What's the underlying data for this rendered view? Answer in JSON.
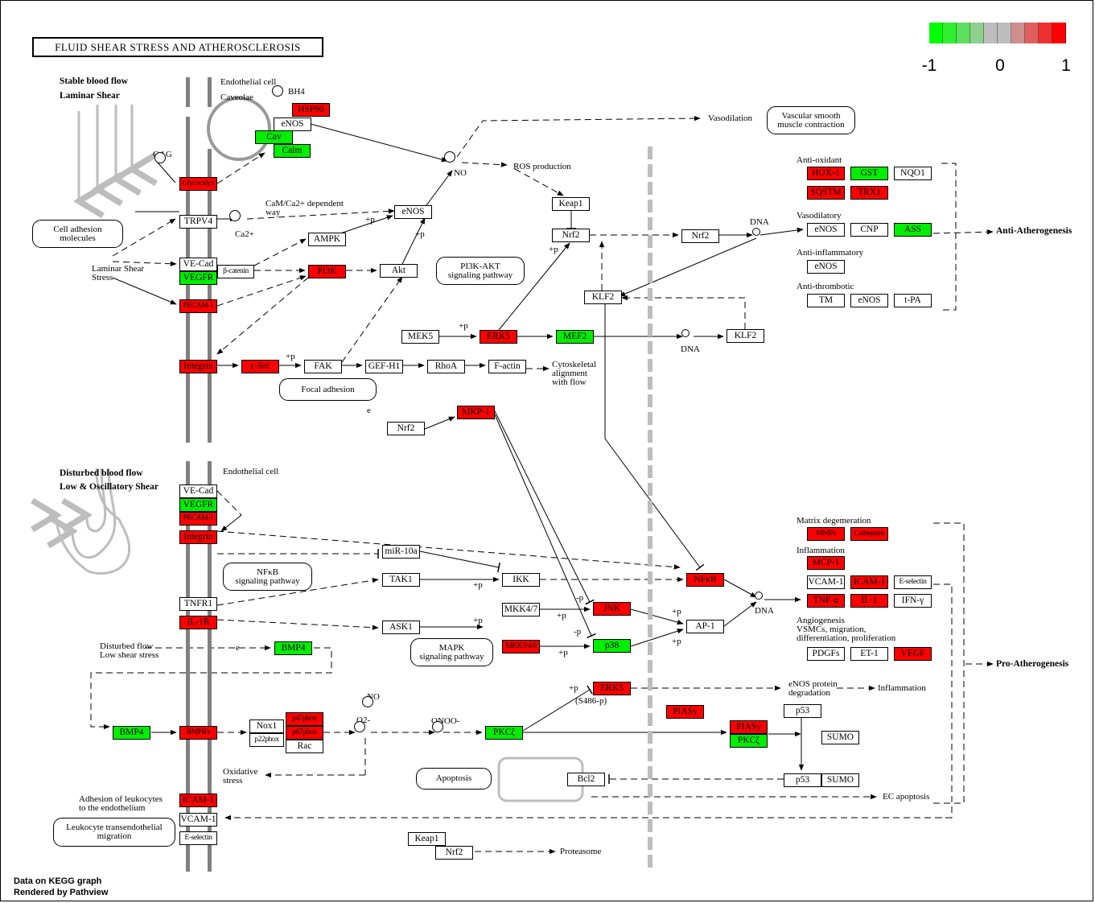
{
  "title": "FLUID SHEAR STRESS AND ATHEROSCLEROSIS",
  "legend": {
    "colors": [
      "#00ff00",
      "#30ef30",
      "#5fdf5f",
      "#8fcf8f",
      "#bebebe",
      "#bebebe",
      "#cf8f8f",
      "#df5f5f",
      "#ef3030",
      "#ff0000"
    ],
    "ticks": [
      "-1",
      "0",
      "1"
    ],
    "range": [
      -1,
      1
    ]
  },
  "expression_colors": {
    "up": "#ff0000",
    "down": "#00ee00",
    "none": "#ffffff"
  },
  "footer": [
    "Data on KEGG graph",
    "Rendered by Pathview"
  ],
  "section_labels": [
    {
      "id": "stable-flow",
      "text": "Stable blood flow",
      "bold": true
    },
    {
      "id": "laminar-shear",
      "text": "Laminar Shear",
      "bold": true
    },
    {
      "id": "disturbed-flow",
      "text": "Disturbed blood flow",
      "bold": true
    },
    {
      "id": "low-osc-shear",
      "text": "Low & Oscillatory Shear",
      "bold": true
    },
    {
      "id": "endothelial-cell-top",
      "text": "Endothelial cell"
    },
    {
      "id": "endothelial-cell-bottom",
      "text": "Endothelial cell"
    },
    {
      "id": "caveolae",
      "text": "Caveolae"
    },
    {
      "id": "gag",
      "text": "GAG"
    },
    {
      "id": "bh4",
      "text": "BH4"
    },
    {
      "id": "ca2",
      "text": "Ca2+"
    },
    {
      "id": "no-top",
      "text": "NO"
    },
    {
      "id": "cam-ca2",
      "text": "CaM/Ca2+ dependent\nway"
    },
    {
      "id": "ros-production",
      "text": "ROS production"
    },
    {
      "id": "vasodilation",
      "text": "Vasodilation"
    },
    {
      "id": "laminar-shear-stress",
      "text": "Laminar Shear\nStress"
    },
    {
      "id": "cytoskeletal",
      "text": "Cytoskeletal\nalignment\nwith flow"
    },
    {
      "id": "dna-1",
      "text": "DNA"
    },
    {
      "id": "dna-2",
      "text": "DNA"
    },
    {
      "id": "dna-3",
      "text": "DNA"
    },
    {
      "id": "anti-oxidant",
      "text": "Anti-oxidant"
    },
    {
      "id": "vasodilatory",
      "text": "Vasodilatory"
    },
    {
      "id": "anti-inflammatory",
      "text": "Anti-inflammatory"
    },
    {
      "id": "anti-thrombotic",
      "text": "Anti-thrombotic"
    },
    {
      "id": "anti-atherogenesis",
      "text": "Anti-Atherogenesis",
      "bold": true
    },
    {
      "id": "matrix-degeneration",
      "text": "Matrix degemeration"
    },
    {
      "id": "inflammation-head",
      "text": "Inflammation"
    },
    {
      "id": "angiogenesis",
      "text": "Angiogenesis\nVSMCs, migration,\ndifferentiation, proliferation"
    },
    {
      "id": "pro-atherogenesis",
      "text": "Pro-Atherogenesis",
      "bold": true
    },
    {
      "id": "disturbed-flow-low",
      "text": "Disturbed flow\nLow shear stress"
    },
    {
      "id": "no-bottom",
      "text": "NO"
    },
    {
      "id": "o2",
      "text": "O2-"
    },
    {
      "id": "onoo",
      "text": "ONOO-"
    },
    {
      "id": "oxidative-stress",
      "text": "Oxidative\nstress"
    },
    {
      "id": "s486",
      "text": "(S486-p)"
    },
    {
      "id": "enos-degradation",
      "text": "eNOS protein\ndegradation"
    },
    {
      "id": "inflammation-end",
      "text": "Inflammation"
    },
    {
      "id": "ec-apoptosis",
      "text": "EC apoptosis"
    },
    {
      "id": "adhesion-leukocytes",
      "text": "Adhesion of leukocytes\nto the endothelium"
    },
    {
      "id": "proteasome",
      "text": "Proteasome"
    },
    {
      "id": "p-erk5",
      "text": "+p"
    },
    {
      "id": "p-enos",
      "text": "+p"
    },
    {
      "id": "p-akt",
      "text": "+p"
    },
    {
      "id": "p-nrf2",
      "text": "+p"
    },
    {
      "id": "p-fak",
      "text": "+p"
    },
    {
      "id": "p-ikk",
      "text": "+p"
    },
    {
      "id": "p-ask1",
      "text": "+p"
    },
    {
      "id": "p-mkk47",
      "text": "+p"
    },
    {
      "id": "p-mkk36",
      "text": "+p"
    },
    {
      "id": "mp-jnk",
      "text": "-p"
    },
    {
      "id": "mp-p38",
      "text": "-p"
    },
    {
      "id": "p-ap1a",
      "text": "+p"
    },
    {
      "id": "p-ap1b",
      "text": "+p"
    },
    {
      "id": "p-erk5b",
      "text": "+p"
    },
    {
      "id": "e-mkp1",
      "text": "e"
    },
    {
      "id": "e-bmp4",
      "text": "e"
    }
  ],
  "pathways": [
    {
      "id": "cell-adhesion",
      "text": "Cell adhesion\nmolecules"
    },
    {
      "id": "pi3k-akt",
      "text": "PI3K-AKT\nsignaling pathway"
    },
    {
      "id": "focal-adhesion",
      "text": "Focal adhesion"
    },
    {
      "id": "vascular-smooth",
      "text": "Vascular smooth\nmuscle contraction"
    },
    {
      "id": "nfkb",
      "text": "NFκB\nsignaling pathway"
    },
    {
      "id": "mapk",
      "text": "MAPK\nsignaling pathway"
    },
    {
      "id": "apoptosis",
      "text": "Apoptosis"
    },
    {
      "id": "leukocyte-migration",
      "text": "Leukocyte transendothelial\nmigration"
    }
  ],
  "nodes": [
    {
      "id": "hsp90",
      "label": "HSP90",
      "expr": "up"
    },
    {
      "id": "enos-cav",
      "label": "eNOS",
      "expr": "none"
    },
    {
      "id": "cav",
      "label": "Cav",
      "expr": "down"
    },
    {
      "id": "calm",
      "label": "Calm",
      "expr": "down"
    },
    {
      "id": "glycocalyx",
      "label": "Glycocalyx",
      "expr": "up"
    },
    {
      "id": "trpv4",
      "label": "TRPV4",
      "expr": "none"
    },
    {
      "id": "enos-mid",
      "label": "eNOS",
      "expr": "none"
    },
    {
      "id": "ampk",
      "label": "AMPK",
      "expr": "none"
    },
    {
      "id": "ve-cad-1",
      "label": "VE-Cad",
      "expr": "none"
    },
    {
      "id": "vegfr-1",
      "label": "VEGFR",
      "expr": "down"
    },
    {
      "id": "beta-catenin",
      "label": "β-catenin",
      "expr": "none"
    },
    {
      "id": "pi3k",
      "label": "PI3K",
      "expr": "up"
    },
    {
      "id": "akt",
      "label": "Akt",
      "expr": "none"
    },
    {
      "id": "pecam1-1",
      "label": "PECAM-1",
      "expr": "up"
    },
    {
      "id": "keap1-1",
      "label": "Keap1",
      "expr": "none"
    },
    {
      "id": "nrf2-1",
      "label": "Nrf2",
      "expr": "none"
    },
    {
      "id": "nrf2-nuc",
      "label": "Nrf2",
      "expr": "none"
    },
    {
      "id": "klf2-1",
      "label": "KLF2",
      "expr": "none"
    },
    {
      "id": "mek5",
      "label": "MEK5",
      "expr": "none"
    },
    {
      "id": "erk5-1",
      "label": "ERK5",
      "expr": "up"
    },
    {
      "id": "mef2",
      "label": "MEF2",
      "expr": "down"
    },
    {
      "id": "klf2-2",
      "label": "KLF2",
      "expr": "none"
    },
    {
      "id": "integrin-1",
      "label": "Integrin",
      "expr": "up"
    },
    {
      "id": "c-src",
      "label": "c-Src",
      "expr": "up"
    },
    {
      "id": "fak",
      "label": "FAK",
      "expr": "none"
    },
    {
      "id": "gef-h1",
      "label": "GEF-H1",
      "expr": "none"
    },
    {
      "id": "rhoa",
      "label": "RhoA",
      "expr": "none"
    },
    {
      "id": "f-actin",
      "label": "F-actin",
      "expr": "none"
    },
    {
      "id": "mkp1",
      "label": "MKP-1",
      "expr": "up"
    },
    {
      "id": "nrf2-2",
      "label": "Nrf2",
      "expr": "none"
    },
    {
      "id": "hox1",
      "label": "HOX-1",
      "expr": "up"
    },
    {
      "id": "gst",
      "label": "GST",
      "expr": "down"
    },
    {
      "id": "nqo1",
      "label": "NQO1",
      "expr": "none"
    },
    {
      "id": "sqstm",
      "label": "SQSTM",
      "expr": "up"
    },
    {
      "id": "trx1",
      "label": "TRX1",
      "expr": "up"
    },
    {
      "id": "enos-vaso",
      "label": "eNOS",
      "expr": "none"
    },
    {
      "id": "cnp",
      "label": "CNP",
      "expr": "none"
    },
    {
      "id": "ass",
      "label": "ASS",
      "expr": "down"
    },
    {
      "id": "enos-antiinf",
      "label": "eNOS",
      "expr": "none"
    },
    {
      "id": "tm",
      "label": "TM",
      "expr": "none"
    },
    {
      "id": "enos-antithr",
      "label": "eNOS",
      "expr": "none"
    },
    {
      "id": "t-pa",
      "label": "t-PA",
      "expr": "none"
    },
    {
      "id": "ve-cad-2",
      "label": "VE-Cad",
      "expr": "none"
    },
    {
      "id": "vegfr-2",
      "label": "VEGFR",
      "expr": "down"
    },
    {
      "id": "pecam1-2",
      "label": "PECAM-1",
      "expr": "up"
    },
    {
      "id": "integrin-2",
      "label": "Integrin",
      "expr": "up"
    },
    {
      "id": "mir-10a",
      "label": "miR-10a",
      "expr": "none"
    },
    {
      "id": "tak1",
      "label": "TAK1",
      "expr": "none"
    },
    {
      "id": "ikk",
      "label": "IKK",
      "expr": "none"
    },
    {
      "id": "nfkb",
      "label": "NFκB",
      "expr": "up"
    },
    {
      "id": "tnfr1",
      "label": "TNFR1",
      "expr": "none"
    },
    {
      "id": "il-1r",
      "label": "IL-1R",
      "expr": "up"
    },
    {
      "id": "ask1",
      "label": "ASK1",
      "expr": "none"
    },
    {
      "id": "mkk47",
      "label": "MKK4/7",
      "expr": "none"
    },
    {
      "id": "jnk",
      "label": "JNK",
      "expr": "up"
    },
    {
      "id": "mkk346",
      "label": "MKK3/4/6",
      "expr": "up"
    },
    {
      "id": "p38",
      "label": "p38",
      "expr": "down"
    },
    {
      "id": "ap1",
      "label": "AP-1",
      "expr": "none"
    },
    {
      "id": "bmp4-1",
      "label": "BMP4",
      "expr": "down"
    },
    {
      "id": "mmps",
      "label": "MMPs",
      "expr": "up"
    },
    {
      "id": "cathepsins",
      "label": "Cathepsins",
      "expr": "up"
    },
    {
      "id": "mcp1",
      "label": "MCP-1",
      "expr": "up"
    },
    {
      "id": "vcam1-nuc",
      "label": "VCAM-1",
      "expr": "none"
    },
    {
      "id": "icam1-nuc",
      "label": "ICAM-1",
      "expr": "up"
    },
    {
      "id": "e-selectin-nuc",
      "label": "E-selectin",
      "expr": "none"
    },
    {
      "id": "tnf-a",
      "label": "TNF-α",
      "expr": "up"
    },
    {
      "id": "il-1",
      "label": "IL-1",
      "expr": "up"
    },
    {
      "id": "ifn-g",
      "label": "IFN-γ",
      "expr": "none"
    },
    {
      "id": "pdgfs",
      "label": "PDGFs",
      "expr": "none"
    },
    {
      "id": "et-1",
      "label": "ET-1",
      "expr": "none"
    },
    {
      "id": "vegf",
      "label": "VEGF",
      "expr": "up"
    },
    {
      "id": "bmp4-2",
      "label": "BMP4",
      "expr": "down"
    },
    {
      "id": "bmprs",
      "label": "BMPR's",
      "expr": "up"
    },
    {
      "id": "nox1",
      "label": "Nox1",
      "expr": "none"
    },
    {
      "id": "p22phox",
      "label": "p22phox",
      "expr": "none"
    },
    {
      "id": "p47phox",
      "label": "p47phox",
      "expr": "up"
    },
    {
      "id": "p67phox",
      "label": "p67phox",
      "expr": "up"
    },
    {
      "id": "rac",
      "label": "Rac",
      "expr": "none"
    },
    {
      "id": "pkcz-1",
      "label": "PKCζ",
      "expr": "down"
    },
    {
      "id": "erk5-2",
      "label": "ERK5",
      "expr": "up"
    },
    {
      "id": "pias-y-1",
      "label": "PIASy",
      "expr": "up"
    },
    {
      "id": "pias-y-2",
      "label": "PIASy",
      "expr": "up"
    },
    {
      "id": "pkcz-2",
      "label": "PKCζ",
      "expr": "down"
    },
    {
      "id": "p53-1",
      "label": "p53",
      "expr": "none"
    },
    {
      "id": "sumo-1",
      "label": "SUMO",
      "expr": "none"
    },
    {
      "id": "bcl2",
      "label": "Bcl2",
      "expr": "none"
    },
    {
      "id": "p53-2",
      "label": "p53",
      "expr": "none"
    },
    {
      "id": "sumo-2",
      "label": "SUMO",
      "expr": "none"
    },
    {
      "id": "icam1-mem",
      "label": "ICAM-1",
      "expr": "up"
    },
    {
      "id": "vcam1-mem",
      "label": "VCAM-1",
      "expr": "none"
    },
    {
      "id": "e-selectin-mem",
      "label": "E-selectin",
      "expr": "none"
    },
    {
      "id": "keap1-2",
      "label": "Keap1",
      "expr": "none"
    },
    {
      "id": "nrf2-3",
      "label": "Nrf2",
      "expr": "none"
    }
  ]
}
